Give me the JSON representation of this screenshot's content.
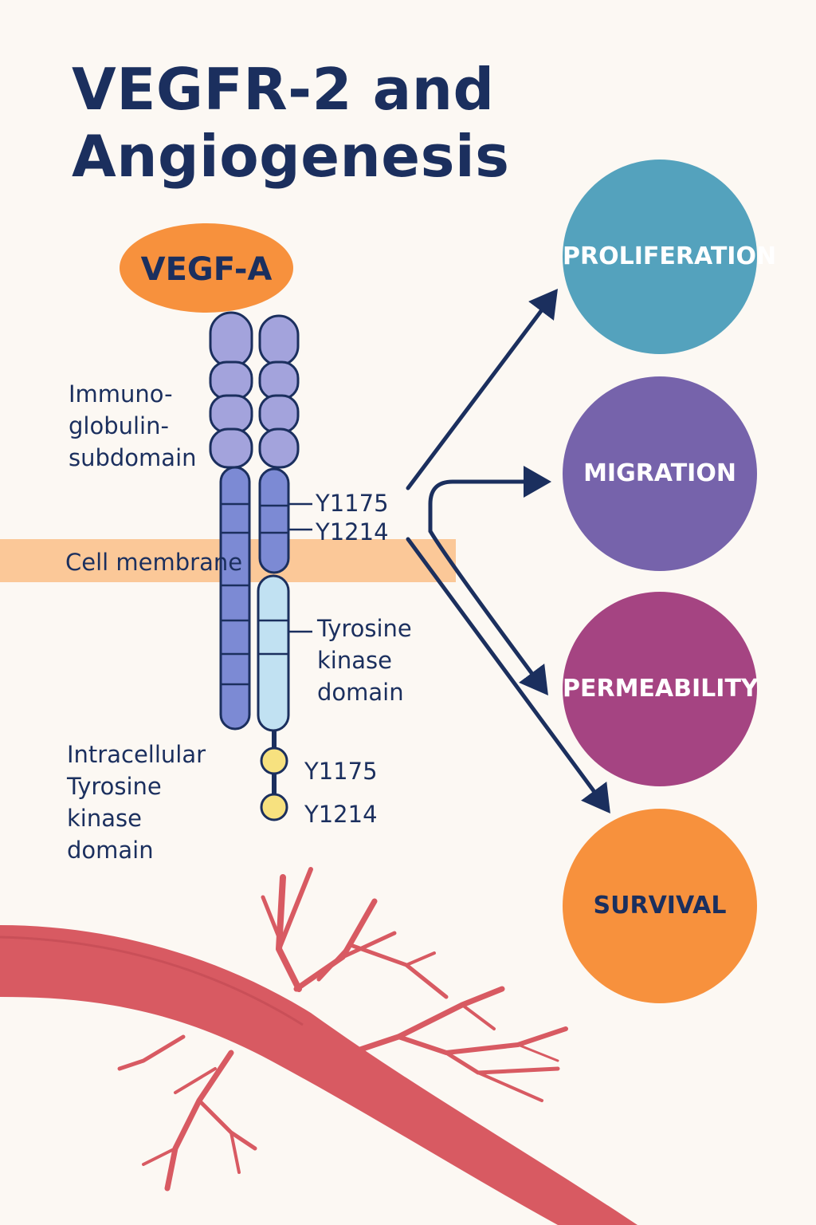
{
  "title": "VEGFR-2 and\nAngiogenesis",
  "ligand": {
    "label": "VEGF-A",
    "color": "#f7913d"
  },
  "labels": {
    "ig_domain": "Immuno-\nglobulin-\nsubdomain",
    "membrane": "Cell membrane",
    "tk_domain": "Tyrosine\nkinase\ndomain",
    "intracellular": "Intracellular\nTyrosine\nkinase\ndomain"
  },
  "residues": {
    "upper_1": "Y1175",
    "upper_2": "Y1214",
    "lower_1": "Y1175",
    "lower_2": "Y1214"
  },
  "outcomes": [
    {
      "label": "PROLIFERATION",
      "color": "#54a2bd",
      "text_color": "#ffffff"
    },
    {
      "label": "MIGRATION",
      "color": "#7663ab",
      "text_color": "#ffffff"
    },
    {
      "label": "PERMEABILITY",
      "color": "#a54482",
      "text_color": "#ffffff"
    },
    {
      "label": "SURVIVAL",
      "color": "#f7913d",
      "text_color": "#1b2f5e"
    }
  ],
  "colors": {
    "background": "#fcf8f3",
    "navy": "#1b2f5e",
    "ig_blue": "#a3a3dc",
    "tm_blue": "#7c8ad4",
    "kinase_blue": "#c1e1f2",
    "membrane": "#fbc898",
    "phospho": "#f7e17f",
    "vessel": "#d85a62"
  }
}
